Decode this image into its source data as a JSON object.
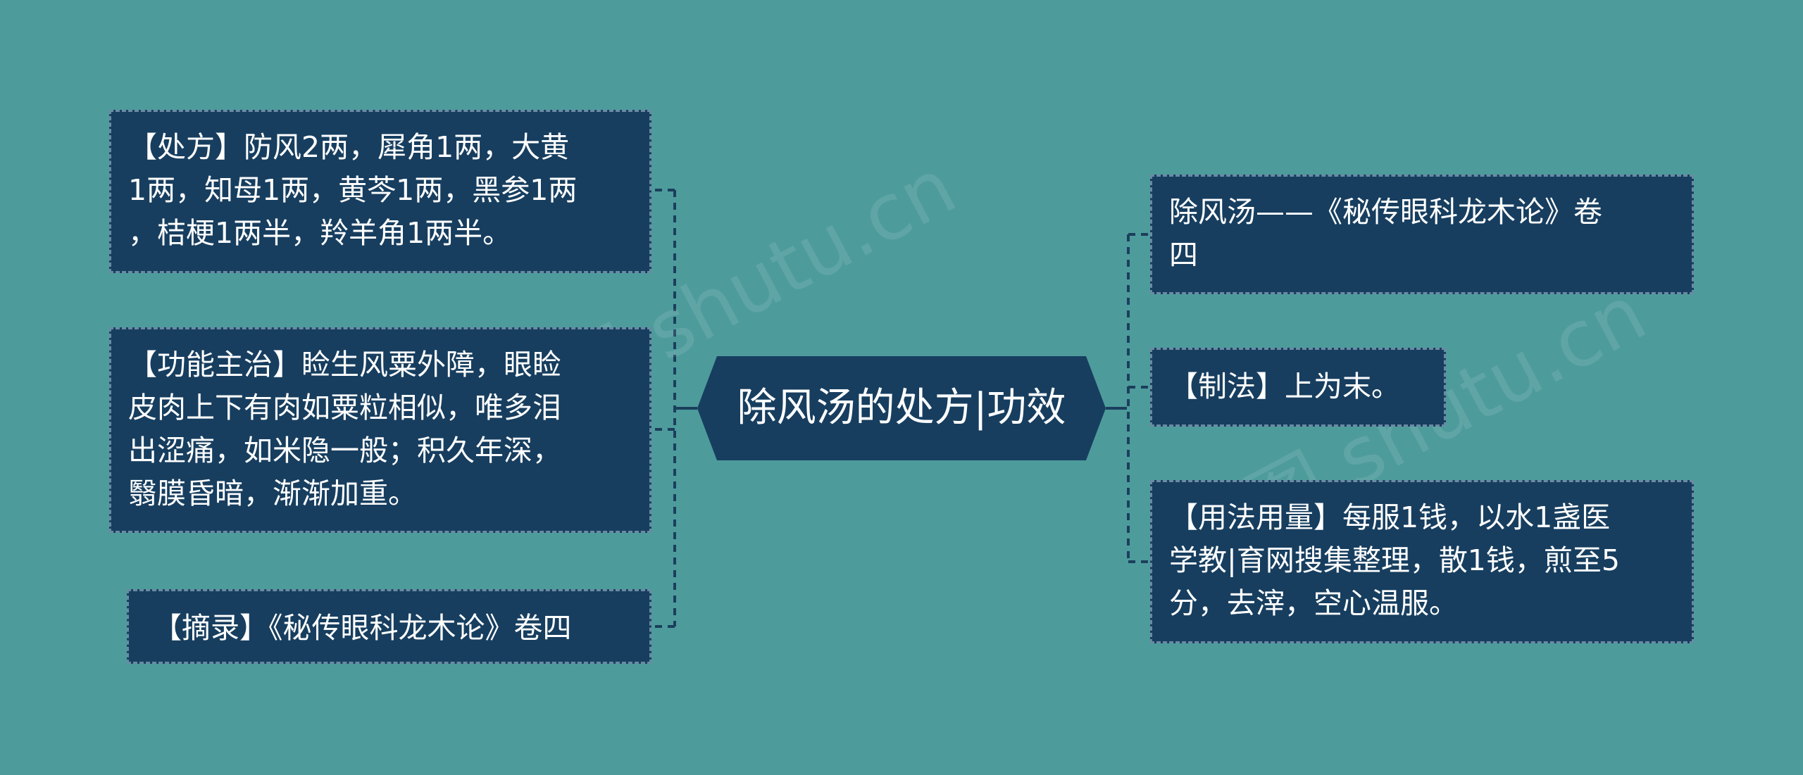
{
  "central": {
    "label": "除风汤的处方|功效"
  },
  "left_nodes": [
    {
      "text": "【处方】防风2两，犀角1两，大黄\n1两，知母1两，黄芩1两，黑参1两\n，桔梗1两半，羚羊角1两半。"
    },
    {
      "text": "【功能主治】睑生风粟外障，眼睑\n皮肉上下有肉如粟粒相似，唯多泪\n出涩痛，如米隐一般；积久年深，\n翳膜昏暗，渐渐加重。"
    },
    {
      "text": "【摘录】《秘传眼科龙木论》卷四"
    }
  ],
  "right_nodes": [
    {
      "text": "除风汤——《秘传眼科龙木论》卷\n四"
    },
    {
      "text": "【制法】上为末。"
    },
    {
      "text": "【用法用量】每服1钱，以水1盏医\n学教|育网搜集整理，散1钱，煎至5\n分，去滓，空心温服。"
    }
  ],
  "watermark": {
    "text": "树图 shutu.cn"
  },
  "colors": {
    "background": "#4e9b9c",
    "node_fill": "#173e5f",
    "node_border": "#6a8ba3",
    "connector": "#1b3f5c",
    "text": "#ffffff"
  }
}
